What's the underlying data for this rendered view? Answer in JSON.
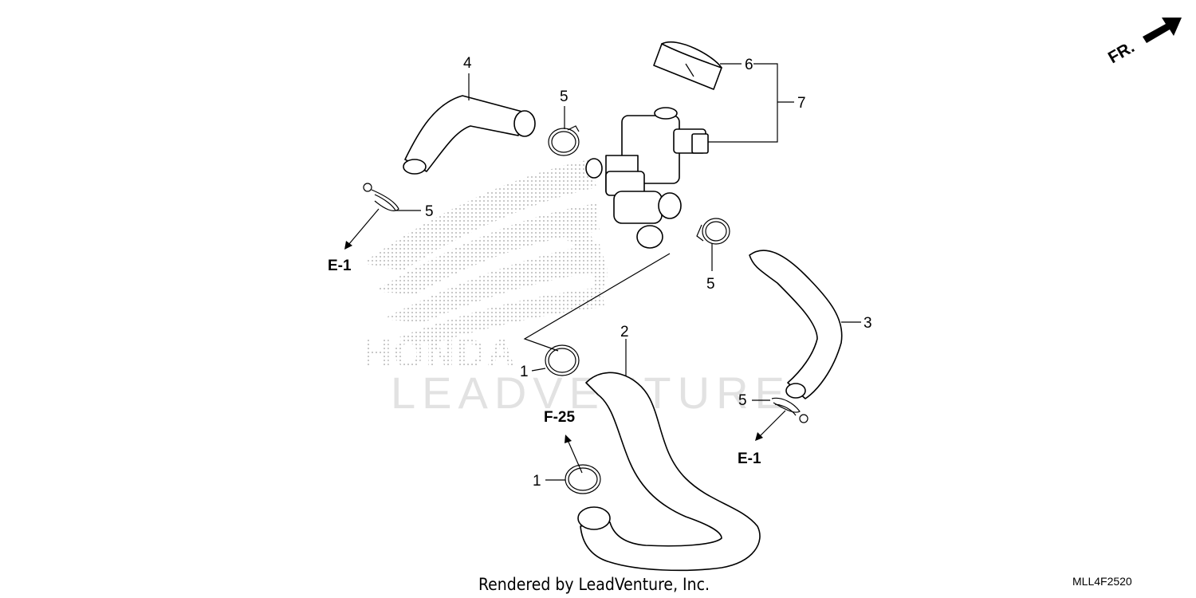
{
  "callouts": {
    "c1a": "1",
    "c1b": "1",
    "c2": "2",
    "c3": "3",
    "c4": "4",
    "c5a": "5",
    "c5b": "5",
    "c5c": "5",
    "c5d": "5",
    "c6": "6",
    "c7": "7"
  },
  "refs": {
    "e1_left": "E-1",
    "e1_right": "E-1",
    "f25": "F-25"
  },
  "direction": {
    "label": "FR."
  },
  "watermark": {
    "brand": "HONDA",
    "wordmark": "LEADVENTURE"
  },
  "footer": {
    "rendered_by": "Rendered by LeadVenture, Inc.",
    "code": "MLL4F2520"
  },
  "icons": [
    "arrow-right-icon",
    "honda-wing-watermark"
  ]
}
